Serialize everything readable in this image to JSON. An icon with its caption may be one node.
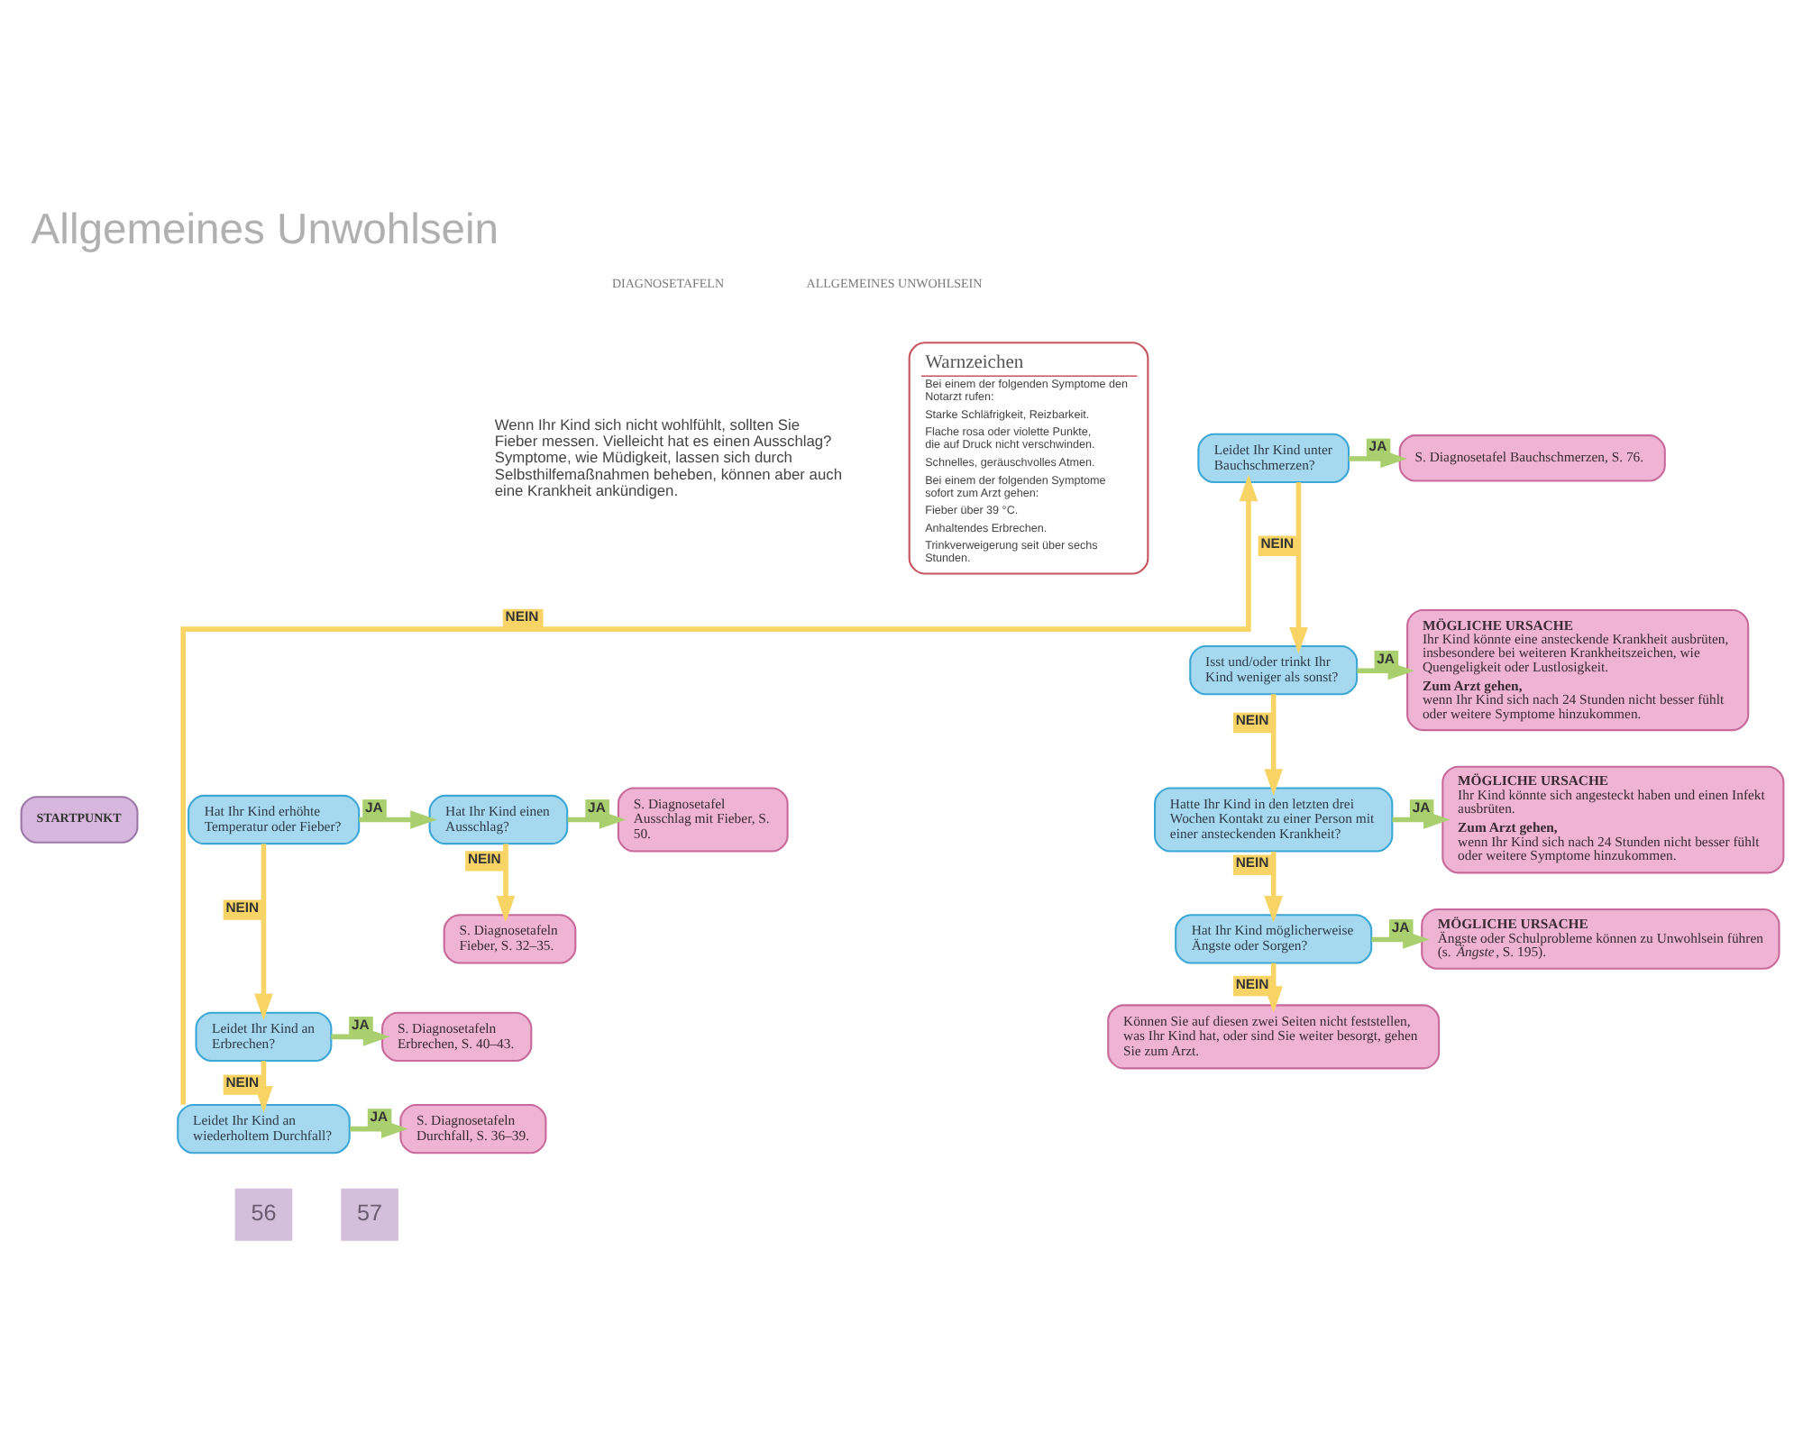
{
  "diagram": {
    "title": "Allgemeines Unwohlsein",
    "nodes": [
      {
        "text": [
          "STARTPUNKT"
        ]
      },
      {
        "text": [
          "Warnzeichen",
          "Bei einem der folgenden Symptome den Notarzt rufen:",
          "Starke Schläfrigkeit, Reizbarkeit.",
          "Flache rosa oder violette Punkte, die auf Druck nicht verschwinden.",
          "Schnelles, geräuschvolles Atmen.",
          "Bei einem der folgenden Symptome sofort zum Arzt gehen:",
          "Fieber über 39 °C.",
          "Anhaltendes Erbrechen.",
          "Trinkverweigerung seit über sechs Stunden."
        ]
      },
      {
        "text": [
          "Hat Ihr Kind erhöhte Temperatur oder Fieber?"
        ]
      },
      {
        "text": [
          "Hat Ihr Kind einen Ausschlag?"
        ]
      },
      {
        "text": [
          "S. Diagnosetafel Ausschlag mit Fieber, S. 50."
        ]
      },
      {
        "text": [
          "S. Diagnosetafeln Fieber, S. 32–35."
        ]
      },
      {
        "text": [
          "Leidet Ihr Kind an Erbrechen?"
        ]
      },
      {
        "text": [
          "S. Diagnosetafeln Erbrechen, S. 40–43."
        ]
      },
      {
        "text": [
          "Leidet Ihr Kind an wiederholtem Durchfall?"
        ]
      },
      {
        "text": [
          "S. Diagnosetafeln Durchfall, S. 36–39."
        ]
      },
      {
        "text": [
          "Leidet Ihr Kind unter Bauchschmerzen?"
        ]
      },
      {
        "text": [
          "S. Diagnosetafel Bauchschmerzen, S. 76."
        ]
      },
      {
        "text": [
          "Isst und/oder trinkt Ihr Kind weniger als sonst?"
        ]
      },
      {
        "text": [
          "**MÖGLICHE URSACHE** Ihr Kind könnte eine ansteckende Krankheit ausbrüten, insbesondere bei weiteren Krankheitszeichen, wie Quengeligkeit oder Lustlosigkeit.",
          "**Zum Arzt gehen,** wenn Ihr Kind sich nach 24 Stunden nicht besser fühlt oder weitere Symptome hinzukommen."
        ]
      },
      {
        "text": [
          "Hatte Ihr Kind in den letzten drei Wochen Kontakt zu einer Person mit einer ansteckenden Krankheit?"
        ]
      },
      {
        "text": [
          "**MÖGLICHE URSACHE** Ihr Kind könnte sich angesteckt haben und einen Infekt ausbrüten.",
          "**Zum Arzt gehen,** wenn Ihr Kind sich nach 24 Stunden nicht besser fühlt oder weitere Symptome hinzukommen."
        ]
      },
      {
        "text": [
          "Hat Ihr Kind möglicherweise Ängste oder Sorgen?"
        ]
      },
      {
        "text": [
          "**MÖGLICHE URSACHE** Ängste oder Schulprobleme können zu Unwohlsein führen (s. *Ängste*, S. 195)."
        ]
      },
      {
        "text": [
          "Können Sie auf diesen zwei Seiten nicht feststellen, was Ihr Kind hat, oder sind Sie weiter besorgt, gehen Sie zum Arzt."
        ]
      },
      {
        "text": [
          "56"
        ]
      },
      {
        "text": [
          "57"
        ]
      }
    ],
    "edges": [
      {
        "from": 2,
        "to": 3,
        "arrow": "to",
        "label": "JA",
        "color": "#a9cf6f"
      },
      {
        "from": 2,
        "to": 6,
        "arrow": "to",
        "label": "NEIN",
        "color": "#f8d466"
      },
      {
        "from": 3,
        "to": 4,
        "arrow": "to",
        "label": "JA",
        "color": "#a9cf6f"
      },
      {
        "from": 3,
        "to": 5,
        "arrow": "to",
        "label": "NEIN",
        "color": "#f8d466"
      },
      {
        "from": 6,
        "to": 7,
        "arrow": "to",
        "label": "JA",
        "color": "#a9cf6f"
      },
      {
        "from": 6,
        "to": 8,
        "arrow": "to",
        "label": "NEIN",
        "color": "#f8d466"
      },
      {
        "from": 8,
        "to": 9,
        "arrow": "to",
        "label": "JA",
        "color": "#a9cf6f"
      },
      {
        "from": 8,
        "to": 10,
        "arrow": "to",
        "label": "NEIN",
        "color": "#f8d466"
      },
      {
        "from": 10,
        "to": 11,
        "arrow": "to",
        "label": "JA",
        "color": "#a9cf6f"
      },
      {
        "from": 10,
        "to": 12,
        "arrow": "to",
        "label": "NEIN",
        "color": "#f8d466"
      },
      {
        "from": 12,
        "to": 13,
        "arrow": "to",
        "label": "JA",
        "color": "#a9cf6f"
      },
      {
        "from": 12,
        "to": 14,
        "arrow": "to",
        "label": "NEIN",
        "color": "#f8d466"
      },
      {
        "from": 14,
        "to": 15,
        "arrow": "to",
        "label": "JA",
        "color": "#a9cf6f"
      },
      {
        "from": 14,
        "to": 16,
        "arrow": "to",
        "label": "NEIN",
        "color": "#f8d466"
      },
      {
        "from": 16,
        "to": 17,
        "arrow": "to",
        "label": "JA",
        "color": "#a9cf6f"
      },
      {
        "from": 16,
        "to": 18,
        "arrow": "to",
        "label": "NEIN",
        "color": "#f8d466"
      }
    ],
    "labels": [
      "DIAGNOSETAFELN",
      "ALLGEMEINES UNWOHLSEIN",
      "Wenn Ihr Kind sich nicht wohlfühlt, sollten Sie Fieber messen. Vielleicht hat es einen Ausschlag? Symptome, wie Müdigkeit, lassen sich durch Selbsthilfemaßnahmen beheben, können aber auch eine Krankheit ankündigen."
    ]
  }
}
